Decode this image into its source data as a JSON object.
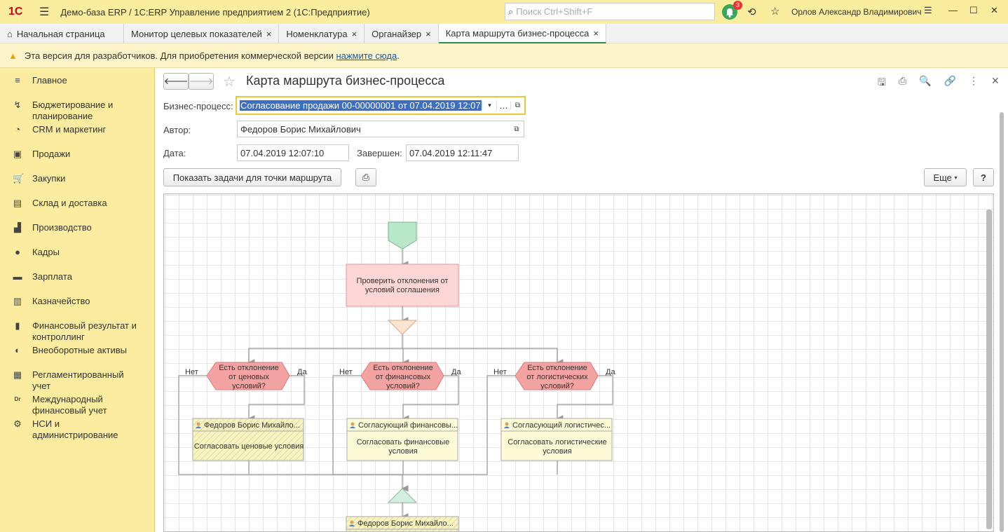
{
  "titlebar": {
    "logo": "1С",
    "title": "Демо-база ERP / 1С:ERP Управление предприятием 2  (1С:Предприятие)",
    "search_placeholder": "Поиск Ctrl+Shift+F",
    "notifications": "3",
    "user": "Орлов Александр Владимирович"
  },
  "tabs": [
    {
      "label": "Начальная страница"
    },
    {
      "label": "Монитор целевых показателей"
    },
    {
      "label": "Номенклатура"
    },
    {
      "label": "Органайзер"
    },
    {
      "label": "Карта маршрута бизнес-процесса"
    }
  ],
  "warning": {
    "text": "Эта версия для разработчиков. Для приобретения коммерческой версии ",
    "link": "нажмите сюда",
    "end": "."
  },
  "sidebar": {
    "items": [
      {
        "label": "Главное",
        "icon": "≡"
      },
      {
        "label": "Бюджетирование и планирование",
        "icon": "↯"
      },
      {
        "label": "CRM и маркетинг",
        "icon": "◔"
      },
      {
        "label": "Продажи",
        "icon": "▣"
      },
      {
        "label": "Закупки",
        "icon": "🛒"
      },
      {
        "label": "Склад и доставка",
        "icon": "▤"
      },
      {
        "label": "Производство",
        "icon": "▟"
      },
      {
        "label": "Кадры",
        "icon": "●"
      },
      {
        "label": "Зарплата",
        "icon": "▬"
      },
      {
        "label": "Казначейство",
        "icon": "▥"
      },
      {
        "label": "Финансовый результат и контроллинг",
        "icon": "▮"
      },
      {
        "label": "Внеоборотные активы",
        "icon": "◐"
      },
      {
        "label": "Регламентированный учет",
        "icon": "▦"
      },
      {
        "label": "Международный финансовый учет",
        "icon": "Dr"
      },
      {
        "label": "НСИ и администрирование",
        "icon": "⚙"
      }
    ]
  },
  "form": {
    "title": "Карта маршрута бизнес-процесса",
    "process_label": "Бизнес-процесс:",
    "process_value": "Согласование продажи 00-00000001 от 07.04.2019 12:07",
    "author_label": "Автор:",
    "author_value": "Федоров Борис Михайлович",
    "date_label": "Дата:",
    "date_value": "07.04.2019 12:07:10",
    "completed_label": "Завершен:",
    "completed_value": "07.04.2019 12:11:47",
    "show_tasks": "Показать задачи для точки маршрута",
    "more": "Еще",
    "help": "?"
  },
  "diagram": {
    "check": "Проверить отклонения от|условий соглашения",
    "no": "Нет",
    "yes": "Да",
    "conditions": [
      "Есть отклонение|от ценовых|условий?",
      "Есть отклонение|от финансовых|условий?",
      "Есть отклонение|от логистических|условий?"
    ],
    "tasks": [
      {
        "user": "Федоров Борис Михайло...",
        "text": "Согласовать ценовые условия",
        "done": true
      },
      {
        "user": "Согласующий финансовы...",
        "text": "Согласовать финансовые|условия",
        "done": false
      },
      {
        "user": "Согласующий логистичес...",
        "text": "Согласовать логистические|условия",
        "done": false
      }
    ],
    "final_task_user": "Федоров Борис Михайло..."
  },
  "colors": {
    "titlebar": "#fbed9e",
    "sidebar": "#fbec9f",
    "start": "#b8e8c8",
    "check": "#ffd6d6",
    "condition": "#f4a3a3",
    "task": "#fdfbd6",
    "accent": "#2e8b57"
  }
}
